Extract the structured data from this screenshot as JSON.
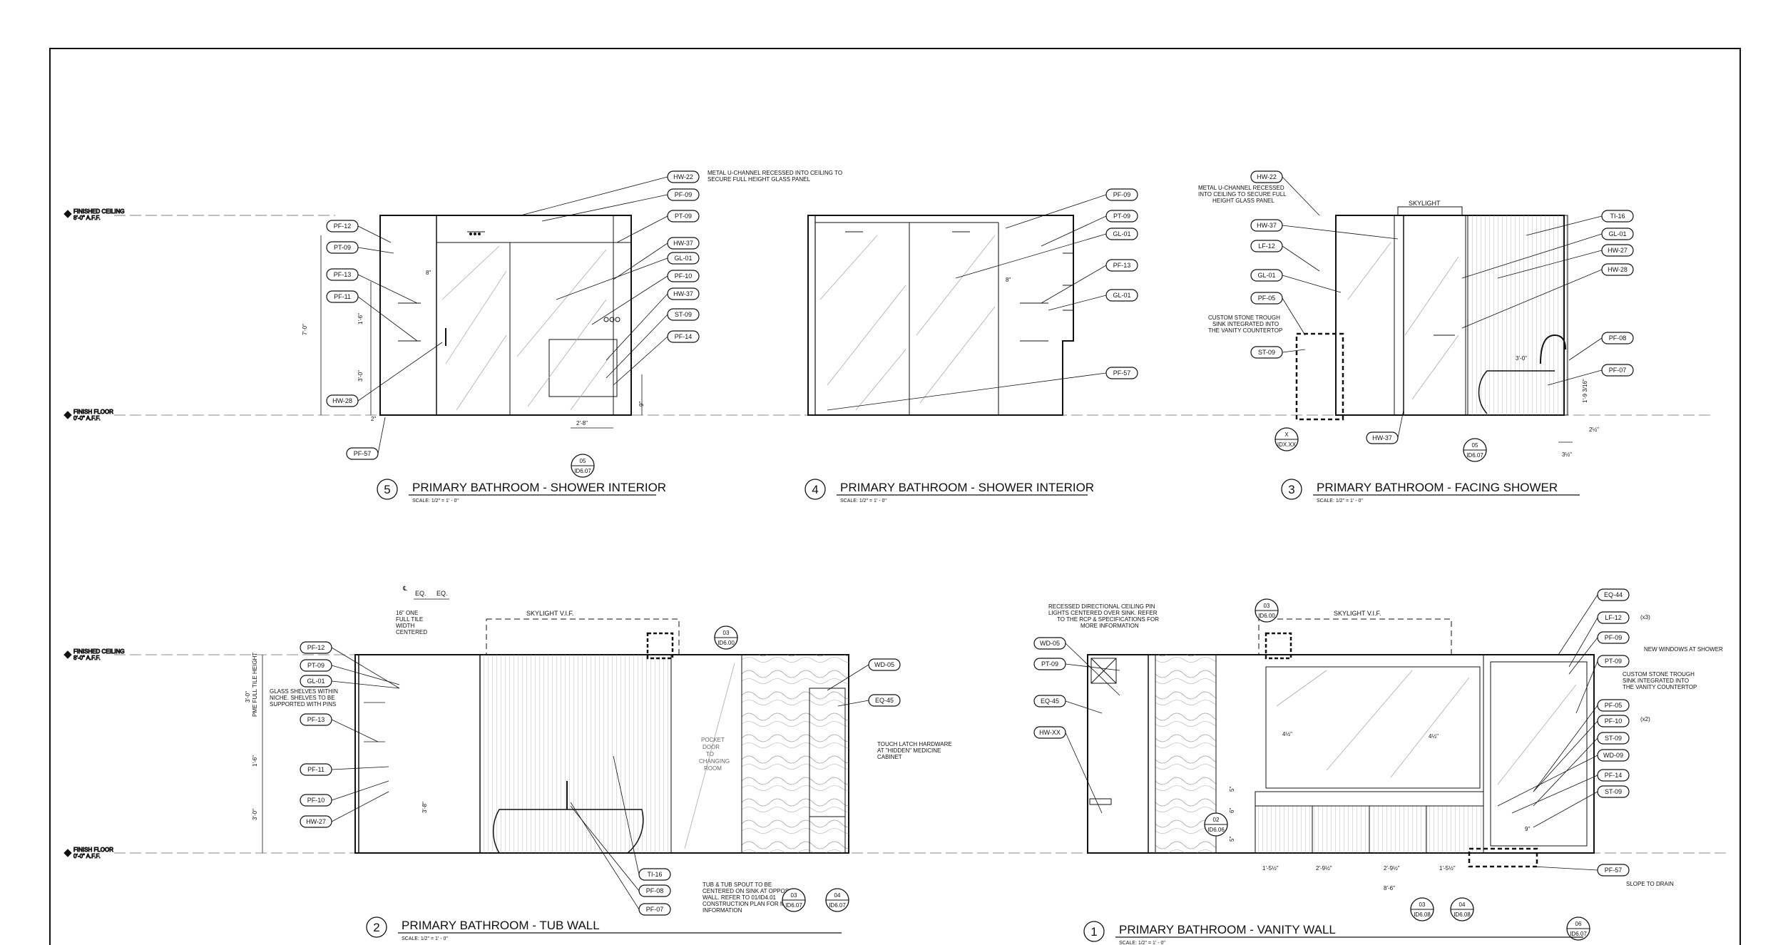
{
  "levels": {
    "ceiling": {
      "label": "FINISHED CEILING",
      "value": "8'-0\" A.F.F."
    },
    "floor": {
      "label": "FINISH FLOOR",
      "value": "0'-0\" A.F.F."
    }
  },
  "views": [
    {
      "number": "5",
      "title": "PRIMARY BATHROOM - SHOWER INTERIOR",
      "scale": "SCALE: 1/2\" = 1' - 0\""
    },
    {
      "number": "4",
      "title": "PRIMARY BATHROOM - SHOWER INTERIOR",
      "scale": "SCALE: 1/2\" = 1' - 0\""
    },
    {
      "number": "3",
      "title": "PRIMARY BATHROOM - FACING SHOWER",
      "scale": "SCALE: 1/2\" = 1' - 0\""
    },
    {
      "number": "2",
      "title": "PRIMARY BATHROOM - TUB WALL",
      "scale": "SCALE: 1/2\" = 1' - 0\""
    },
    {
      "number": "1",
      "title": "PRIMARY BATHROOM - VANITY WALL",
      "scale": "SCALE: 1/2\" = 1' - 0\""
    }
  ],
  "tags": {
    "v5": [
      "PF-12",
      "PT-09",
      "PF-13",
      "PF-11",
      "HW-28",
      "PF-57",
      "HW-22",
      "PF-09",
      "PT-09",
      "HW-37",
      "GL-01",
      "PF-10",
      "HW-37",
      "ST-09",
      "PF-14"
    ],
    "v4": [
      "PF-09",
      "PT-09",
      "GL-01",
      "PF-13",
      "GL-01",
      "PF-57"
    ],
    "v3": [
      "HW-22",
      "HW-37",
      "LF-12",
      "GL-01",
      "PF-05",
      "ST-09",
      "HW-37",
      "TI-16",
      "GL-01",
      "HW-27",
      "HW-28",
      "PF-08",
      "PF-07"
    ],
    "v2": [
      "PF-12",
      "PT-09",
      "GL-01",
      "PF-13",
      "PF-11",
      "PF-10",
      "HW-27",
      "WD-05",
      "EQ-45",
      "TI-16",
      "PF-08",
      "PF-07"
    ],
    "v1": [
      "WD-05",
      "PT-09",
      "EQ-45",
      "HW-XX",
      "EQ-44",
      "LF-12",
      "PF-09",
      "PT-09",
      "PF-05",
      "PF-10",
      "ST-09",
      "WD-09",
      "PF-14",
      "ST-09",
      "PF-57"
    ]
  },
  "refs": [
    {
      "top": "05",
      "bottom": "ID6.07"
    },
    {
      "top": "X",
      "bottom": "IDX.XX"
    },
    {
      "top": "05",
      "bottom": "ID6.07"
    },
    {
      "top": "03",
      "bottom": "ID6.00"
    },
    {
      "top": "03",
      "bottom": "ID6.07"
    },
    {
      "top": "04",
      "bottom": "ID6.07"
    },
    {
      "top": "03",
      "bottom": "ID6.00"
    },
    {
      "top": "02",
      "bottom": "ID6.06"
    },
    {
      "top": "03",
      "bottom": "ID6.08"
    },
    {
      "top": "04",
      "bottom": "ID6.08"
    },
    {
      "top": "06",
      "bottom": "ID6.07"
    }
  ],
  "notes": {
    "hw22_v5": [
      "METAL U-CHANNEL RECESSED INTO CEILING TO",
      "SECURE FULL HEIGHT GLASS PANEL"
    ],
    "hw22_v3": [
      "METAL U-CHANNEL RECESSED",
      "INTO CEILING TO SECURE FULL",
      "HEIGHT GLASS PANEL"
    ],
    "skylight": "SKYLIGHT",
    "trough_v3": [
      "CUSTOM STONE TROUGH",
      "SINK INTEGRATED INTO",
      "THE VANITY COUNTERTOP"
    ],
    "tile_v2": [
      "16\" ONE",
      "FULL TILE",
      "WIDTH",
      "CENTERED"
    ],
    "skylight_vif": "SKYLIGHT V.I.F.",
    "niche": [
      "GLASS SHELVES WITHIN",
      "NICHE. SHELVES TO BE",
      "SUPPORTED WITH PINS"
    ],
    "pocket": [
      "POCKET",
      "DOOR",
      "TO",
      "CHANGING",
      "ROOM"
    ],
    "touch": [
      "TOUCH LATCH HARDWARE",
      "AT \"HIDDEN\" MEDICINE",
      "CABINET"
    ],
    "tub": [
      "TUB & TUB SPOUT TO BE",
      "CENTERED ON SINK AT OPPOSITE",
      "WALL. REFER TO 01/ID4.01",
      "CONSTRUCTION PLAN FOR MORE",
      "INFORMATION"
    ],
    "recessed": [
      "RECESSED DIRECTIONAL CEILING PIN",
      "LIGHTS CENTERED OVER SINK. REFER",
      "TO THE RCP & SPECIFICATIONS FOR",
      "MORE INFORMATION"
    ],
    "new_windows": "NEW WINDOWS AT SHOWER",
    "trough_v1": [
      "CUSTOM STONE TROUGH",
      "SINK INTEGRATED INTO",
      "THE VANITY COUNTERTOP"
    ],
    "slope": "SLOPE TO DRAIN",
    "x3": "(x3)",
    "x2": "(x2)",
    "eq": "EQ.",
    "cl": "℄",
    "nine": "PME FULL TILE HEIGHT"
  },
  "dims": {
    "v5": [
      "7'-0\"",
      "1'-6\"",
      "3'-0\"",
      "8\"",
      "2'-8\"",
      "9\"",
      "2\""
    ],
    "v4": [
      "8\""
    ],
    "v3": [
      "3'-0\"",
      "1'-9 3/16\"",
      "2½\"",
      "3½\""
    ],
    "v2": [
      "3'-0\"",
      "1'-6\"",
      "3'-0\"",
      "3'-8\""
    ],
    "v1": [
      "1'-5½\"",
      "2'-9½\"",
      "2'-9½\"",
      "1'-5½\"",
      "8'-6\"",
      "4½\"",
      "4½\"",
      "5\"",
      "6\"",
      "5\"",
      "9\""
    ]
  }
}
